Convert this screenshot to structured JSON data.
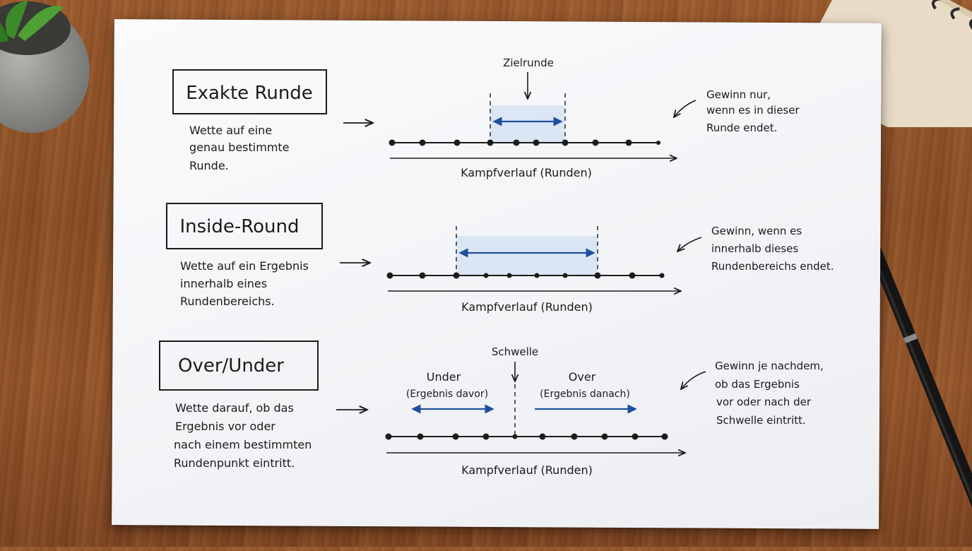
{
  "colors": {
    "ink": "#1b1b1b",
    "accent_blue": "#1f4f9e",
    "highlight_blue": "#d6e3f5",
    "paper": "#f6f7f9"
  },
  "sections": [
    {
      "title": "Exakte Runde",
      "description": [
        "Wette auf eine",
        "genau bestimmte",
        "Runde."
      ],
      "diagram_label": "Zielrunde",
      "axis_label": "Kampfverlauf (Runden)",
      "note": [
        "Gewinn nur,",
        "wenn es in dieser",
        "Runde endet."
      ]
    },
    {
      "title": "Inside-Round",
      "description": [
        "Wette auf ein Ergebnis",
        "innerhalb eines",
        "Rundenbereichs."
      ],
      "axis_label": "Kampfverlauf (Runden)",
      "note": [
        "Gewinn, wenn es",
        "innerhalb dieses",
        "Rundenbereichs endet."
      ]
    },
    {
      "title": "Over/Under",
      "description": [
        "Wette darauf, ob das",
        "Ergebnis vor oder",
        "nach einem bestimmten",
        "Rundenpunkt eintritt."
      ],
      "diagram_label": "Schwelle",
      "under_label": "Under",
      "under_sub": "(Ergebnis davor)",
      "over_label": "Over",
      "over_sub": "(Ergebnis danach)",
      "axis_label": "Kampfverlauf (Runden)",
      "note": [
        "Gewinn je nachdem,",
        "ob das Ergebnis",
        "vor oder nach der",
        "Schwelle eintritt."
      ]
    }
  ]
}
